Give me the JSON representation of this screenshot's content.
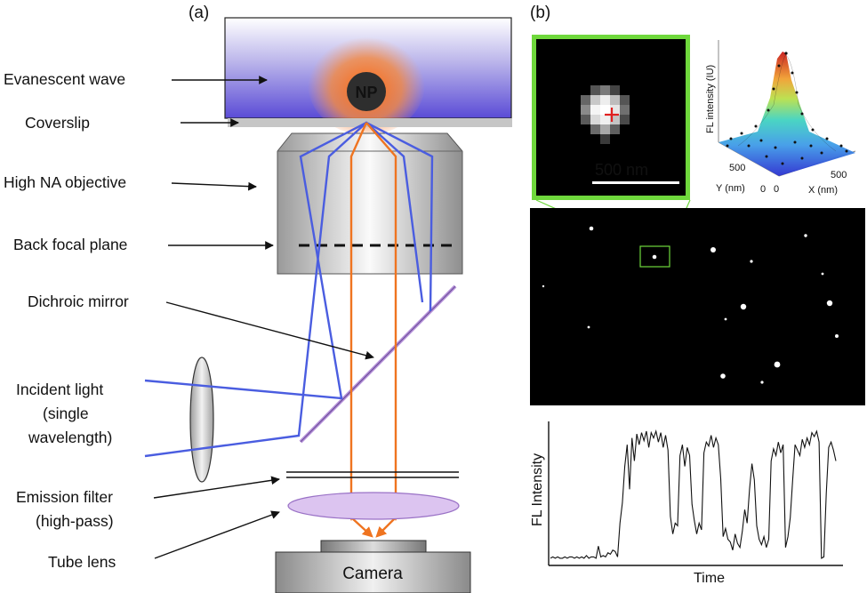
{
  "panels": {
    "a": "(a)",
    "b": "(b)"
  },
  "labels": {
    "evanescent_wave": "Evanescent wave",
    "coverslip": "Coverslip",
    "objective": "High NA objective",
    "back_focal_plane": "Back focal plane",
    "dichroic_mirror": "Dichroic mirror",
    "incident_light_1": "Incident light",
    "incident_light_2": "(single",
    "incident_light_3": "wavelength)",
    "emission_filter_1": "Emission filter",
    "emission_filter_2": "(high-pass)",
    "tube_lens": "Tube lens",
    "camera": "Camera",
    "nanoparticle": "NP"
  },
  "inset": {
    "scale_bar": "500 nm"
  },
  "plot3d": {
    "z_label": "FL intensity (IU)",
    "y_label": "Y (nm)",
    "x_label": "X (nm)",
    "y_tick_top": "500",
    "y_tick_zero": "0",
    "x_tick_zero": "0",
    "x_tick_top": "500"
  },
  "colors": {
    "excitation": "#4a5de0",
    "emission": "#ef7420",
    "inset_frame": "#6fd83c",
    "filter_lens": "#d8b8ee"
  },
  "chart_data": {
    "type": "line",
    "title": "",
    "xlabel": "Time",
    "ylabel": "FL Intensity",
    "series": [
      {
        "values": [
          0.04,
          0.05,
          0.04,
          0.05,
          0.04,
          0.04,
          0.05,
          0.04,
          0.05,
          0.05,
          0.04,
          0.05,
          0.04,
          0.05,
          0.04,
          0.06,
          0.04,
          0.05,
          0.05,
          0.04,
          0.13,
          0.05,
          0.06,
          0.05,
          0.08,
          0.07,
          0.1,
          0.09,
          0.05,
          0.3,
          0.45,
          0.72,
          0.88,
          0.55,
          0.93,
          0.76,
          0.96,
          0.88,
          0.97,
          0.91,
          0.98,
          0.86,
          0.97,
          0.93,
          0.98,
          0.9,
          0.97,
          0.86,
          0.95,
          0.84,
          0.35,
          0.22,
          0.3,
          0.28,
          0.8,
          0.88,
          0.72,
          0.86,
          0.8,
          0.44,
          0.32,
          0.22,
          0.3,
          0.25,
          0.82,
          0.9,
          0.87,
          0.95,
          0.86,
          0.93,
          0.88,
          0.63,
          0.2,
          0.26,
          0.18,
          0.16,
          0.1,
          0.22,
          0.15,
          0.12,
          0.24,
          0.4,
          0.3,
          0.55,
          0.74,
          0.62,
          0.28,
          0.18,
          0.14,
          0.2,
          0.12,
          0.18,
          0.76,
          0.85,
          0.8,
          0.9,
          0.82,
          0.88,
          0.12,
          0.2,
          0.34,
          0.62,
          0.88,
          0.84,
          0.8,
          0.92,
          0.86,
          0.93,
          0.88,
          0.97,
          0.94,
          0.98,
          0.9,
          0.04,
          0.05,
          0.52,
          0.86,
          0.9,
          0.84,
          0.76
        ]
      }
    ]
  }
}
